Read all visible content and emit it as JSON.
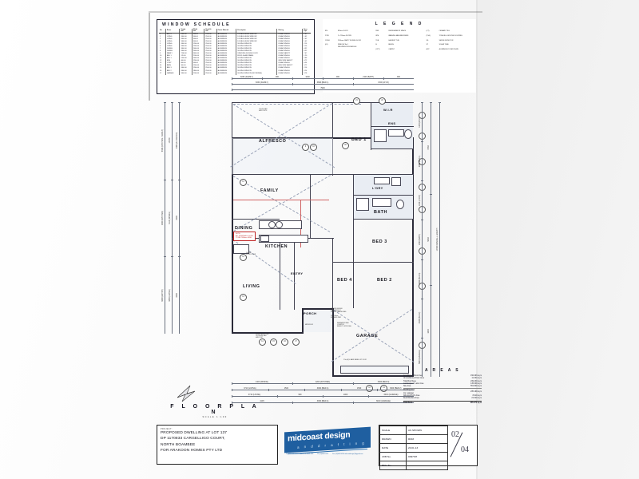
{
  "sheet": {
    "window_schedule": {
      "title": "WINDOW   SCHEDULE",
      "columns": [
        "No.",
        "Room",
        "Height\nmm",
        "Width\nmm",
        "Head Ht\nmm",
        "Frame Material",
        "Description",
        "Glazing",
        "Area\nsqm"
      ],
      "rows": [
        [
          "1",
          "BED 4",
          "1800.00",
          "900.00",
          "2100.00",
          "ALUMINIUM",
          "DOUBLE HUNG WINDOW",
          "CLEAR SINGLE",
          "1.62"
        ],
        [
          "2",
          "LIVING",
          "1800.00",
          "900.00",
          "2100.00",
          "ALUMINIUM",
          "DOUBLE HUNG WINDOW",
          "CLEAR SINGLE",
          "1.62"
        ],
        [
          "3",
          "LIVING",
          "1800.00",
          "900.00",
          "2100.00",
          "ALUMINIUM",
          "DOUBLE HUNG WINDOW",
          "CLEAR SINGLE",
          "1.62"
        ],
        [
          "4",
          "LIVING",
          "1800.00",
          "900.00",
          "2100.00",
          "ALUMINIUM",
          "DOUBLE HUNG WINDOW",
          "CLEAR SINGLE",
          "1.62"
        ],
        [
          "5",
          "LIVING",
          "1800.00",
          "1200.00",
          "2100.00",
          "ALUMINIUM",
          "SLIDING WINDOW",
          "CLEAR SINGLE",
          "2.16"
        ],
        [
          "6",
          "LIVING",
          "1800.00",
          "1200.00",
          "2100.00",
          "ALUMINIUM",
          "SLIDING WINDOW",
          "CLEAR SINGLE",
          "2.16"
        ],
        [
          "7",
          "DINING",
          "1800.00",
          "2400.00",
          "2100.00",
          "ALUMINIUM",
          "SLIDING WINDOW",
          "CLEAR SINGLE",
          "4.32"
        ],
        [
          "8",
          "DINING",
          "1800.00",
          "2400.00",
          "2100.00",
          "ALUMINIUM",
          "SLIDING WINDOW",
          "CLEAR SINGLE",
          "4.32"
        ],
        [
          "9",
          "FAMILY",
          "2130.00",
          "3600.00",
          "2100.00",
          "ALUMINIUM",
          "STACKING SLIDING DOOR",
          "CLEAR SAFETY",
          "7.67"
        ],
        [
          "10",
          "BED 1",
          "570.00",
          "2100.00",
          "2100.00",
          "ALUMINIUM",
          "FIXED GLASS PANEL",
          "CLEAR SINGLE",
          "1.20"
        ],
        [
          "11",
          "BED 1",
          "1200.00",
          "2400.00",
          "2100.00",
          "ALUMINIUM",
          "SLIDING WINDOW",
          "CLEAR SINGLE",
          "2.88"
        ],
        [
          "12",
          "ENS",
          "600.00",
          "1200.00",
          "2100.00",
          "ALUMINIUM",
          "SLIDING WINDOW",
          "OBSCURE SAFETY",
          "0.72"
        ],
        [
          "13",
          "L'DRY",
          "600.00",
          "900.00",
          "2100.00",
          "ALUMINIUM",
          "SLIDING WINDOW",
          "CLEAR SINGLE",
          "0.54"
        ],
        [
          "14",
          "BATH",
          "600.00",
          "1200.00",
          "2100.00",
          "ALUMINIUM",
          "SLIDING WINDOW",
          "OBSCURE SAFETY",
          "0.72"
        ],
        [
          "15",
          "BED 3",
          "1800.00",
          "1200.00",
          "2100.00",
          "ALUMINIUM",
          "SLIDING WINDOW",
          "CLEAR SINGLE",
          "2.16"
        ],
        [
          "16",
          "BED 2",
          "1800.00",
          "1800.00",
          "2100.00",
          "ALUMINIUM",
          "SLIDING WINDOW",
          "CLEAR SINGLE",
          "3.24"
        ],
        [
          "17",
          "GARAGE",
          "1800.00",
          "2100.00",
          "2100.00",
          "ALUMINIUM",
          "SLIDING WINDOW (NO REVEAL)",
          "CLEAR SINGLE",
          "3.78"
        ]
      ]
    },
    "legend": {
      "title": "L E G E N D",
      "columns": [
        [
          {
            "key": "820",
            "value": "820mm DOOR"
          },
          {
            "key": "2/720",
            "value": "2 x 720mm DOORS"
          },
          {
            "key": "1/2100",
            "value": "2100mm CAVITY SLIDING DOOR"
          },
          {
            "key": "(01)",
            "value": "WINDOW No.1/ SEE WINDOW SCHEDULE"
          }
        ],
        [
          {
            "key": "REF.",
            "value": "REFRIGERATOR SPACE"
          },
          {
            "key": "W.M.",
            "value": "WASHING MACHINE SPACE"
          },
          {
            "key": "TUB",
            "value": "LAUNDRY TUB"
          },
          {
            "key": "B.",
            "value": "BENCH"
          },
          {
            "key": "(CPT)",
            "value": "CARPET"
          }
        ],
        [
          {
            "key": "(CT)",
            "value": "CERAMIC TILE"
          },
          {
            "key": "(T&G)",
            "value": "TONGUE & GROOVE FLOORING"
          },
          {
            "key": "SD",
            "value": "SMOKE DETECTOR"
          },
          {
            "key": "ST",
            "value": "SOLAR TUBE"
          },
          {
            "key": "ACP",
            "value": "ALUMINIUM COVER PLATE"
          }
        ]
      ]
    },
    "plan": {
      "caption_title": "F L O O R   P L A N",
      "caption_scale": "SCALE 1:100",
      "rooms": [
        {
          "name": "ALFRESCO"
        },
        {
          "name": "BED 1"
        },
        {
          "name": "W.I.R"
        },
        {
          "name": "ENS"
        },
        {
          "name": "FAMILY"
        },
        {
          "name": "L'DRY"
        },
        {
          "name": "BATH"
        },
        {
          "name": "DINING"
        },
        {
          "name": "KITCHEN"
        },
        {
          "name": "BED 3"
        },
        {
          "name": "LIVING"
        },
        {
          "name": "ENTRY"
        },
        {
          "name": "BED 4"
        },
        {
          "name": "BED 2"
        },
        {
          "name": "PORCH"
        },
        {
          "name": "GARAGE"
        }
      ],
      "notes": [
        {
          "id": "internal-doors-note",
          "lines": [
            "NOTE:",
            "ALL INTERNAL DOORS",
            "TO BE 2340mm HIGH"
          ]
        },
        {
          "id": "garage-wall-note",
          "lines": [
            "PROVIDE 60/60/60",
            "INSULATION TO",
            "SHARED GARAGE WALL",
            "290x230mm",
            "ENGAGED PIER"
          ]
        },
        {
          "id": "post-note",
          "lines": [
            "150x150 DAR",
            "HWD POSTS"
          ]
        },
        {
          "id": "portico-note",
          "lines": [
            "500x500",
            "PORTICO PIER"
          ]
        },
        {
          "id": "panel-lift-note",
          "lines": [
            "2 No.(W) & BAND PANEL LIFT DOOR"
          ]
        },
        {
          "id": "brick-pier-note",
          "lines": [
            "350x350 BRICK PIER",
            "ON 100x100 DAR",
            "HWD POST"
          ]
        },
        {
          "id": "meter-box-note",
          "lines": [
            "METER BOX"
          ]
        },
        {
          "id": "rain-tank-note",
          "lines": [
            "RAINWATER TANK",
            "LOCATION",
            "REFER TO SITE PLAN"
          ]
        }
      ],
      "dimension_strings_top": [
        [
          "7900"
        ],
        [
          "8330 (FAMILY)",
          "3600 (BED 1)",
          "1500 (W.I.R)"
        ],
        [
          "6050 (FAMILY)",
          "900",
          "1000",
          "900",
          "2100 (BATH)",
          "900"
        ]
      ],
      "dimension_strings_bottom": [
        [
          "4100 (DINING)",
          "4200 (KITCHEN)",
          "3300 (BED 3)"
        ],
        [
          "3710 (LIVING)",
          "1500",
          "3000 (BED 4)",
          "1500",
          "3300 (BED 2)"
        ],
        [
          "3710 (LIVING)",
          "900",
          "1000",
          "6010 (GARAGE)"
        ],
        [
          "4145",
          "3000 (BED 4)",
          "6010 (GARAGE)"
        ]
      ],
      "dimension_strings_left": [
        [
          "4000 (ALFRESCO)",
          "4000",
          "4000"
        ],
        [
          "13470",
          "3110 (DINING)",
          "4850 (LIVING)"
        ],
        [
          "5400 (KITCHEN / FAMILY)",
          "2300 (KITCHEN)",
          "3000 (ENTRY)"
        ]
      ],
      "dimension_strings_right": [
        [
          "1070 (W.I.R)",
          "3090 (BED 1)",
          "1150 (L'DRY)",
          "2400 (BATH)",
          "3280 (BED 3)",
          "3435 (BED 2)",
          "5930 (GARAGE)"
        ],
        [
          "4730",
          "5230",
          "1640"
        ],
        [
          "17340 OVERALL LENGTH"
        ]
      ]
    },
    "areas": {
      "title": "A R E A S",
      "rows": [
        {
          "label": "Conditioned Floor Area",
          "value": "150.093 sq.m"
        },
        {
          "label": "Unconditioned Floor Area",
          "value": "11.334 sq.m"
        },
        {
          "label": "Total Roof Area",
          "value": "249.430 sq.m"
        },
        {
          "label": "Landscaped / Lawn Area",
          "value": "145.000 sq.m"
        },
        {
          "label": "Site Area",
          "value": "551.800 sq.m"
        },
        {
          "label": "Dwelling  Area\n(inc. garage)",
          "value": "235.199 sq.m"
        },
        {
          "label": "Alfresco/Porch Area",
          "value": "8.910 sq.m"
        },
        {
          "label": "Deck/Outdoor Area",
          "value": "21.620 sq.m"
        },
        {
          "label": "Total Area",
          "value": "265.470 sq.m"
        }
      ]
    },
    "title_block": {
      "project_caption": "PROJECT:",
      "project_lines": [
        "PROPOSED DWELLING AT LOT 137",
        "DP 1170833 CARGELLIGO COURT,",
        "NORTH BOAMBEE",
        "FOR ARAKOON HOMES PTY LTD"
      ],
      "logo_main": "midcoast design",
      "logo_sub": "a n d    d r a f t i n g",
      "logo_contact": [
        "P.O. BOX 446\nCOFFS HARBOUR NSW 2450",
        "Ph. (02)6651 6212",
        "Fax. (02)6651 6246\nmidcoastdesign@bigpond.com"
      ],
      "meta": [
        {
          "key": "SCALE",
          "value": "AS SHOWN"
        },
        {
          "key": "DRAWN",
          "value": "RDM"
        },
        {
          "key": "DATE",
          "value": "20.01.13"
        },
        {
          "key": "JOB No.",
          "value": "0097SH"
        },
        {
          "key": "REV. No.",
          "value": ""
        }
      ],
      "sheet_number_top": "02",
      "sheet_number_bottom": "04"
    }
  }
}
